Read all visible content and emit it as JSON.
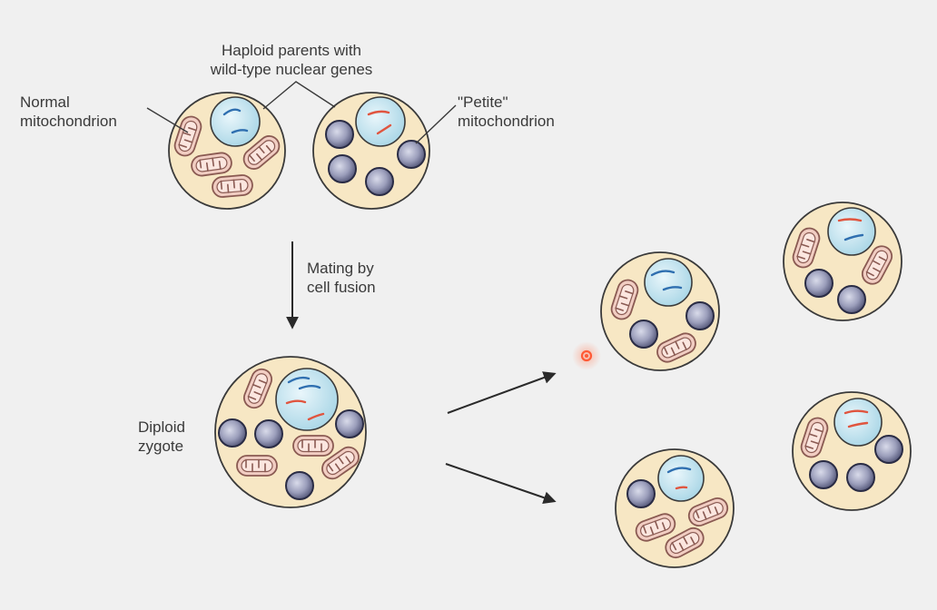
{
  "labels": {
    "haploid_parents": "Haploid parents with\nwild-type nuclear genes",
    "normal_mito": "Normal\nmitochondrion",
    "petite_mito": "\"Petite\"\nmitochondrion",
    "mating": "Mating by\ncell fusion",
    "diploid": "Diploid\nzygote"
  },
  "colors": {
    "background": "#f0f0f0",
    "cell_fill": "#f7e7c4",
    "cell_stroke": "#3a3a3a",
    "nucleus_fill": "#bfe3ef",
    "normal_mito_fill": "#f1cdc2",
    "normal_mito_stroke": "#8a5a52",
    "petite_fill": "#8d90ad",
    "blue_chromosome": "#2f6fb0",
    "red_chromosome": "#e0553f",
    "arrow": "#2a2a2a",
    "cursor_dot": "#ff5a36"
  }
}
